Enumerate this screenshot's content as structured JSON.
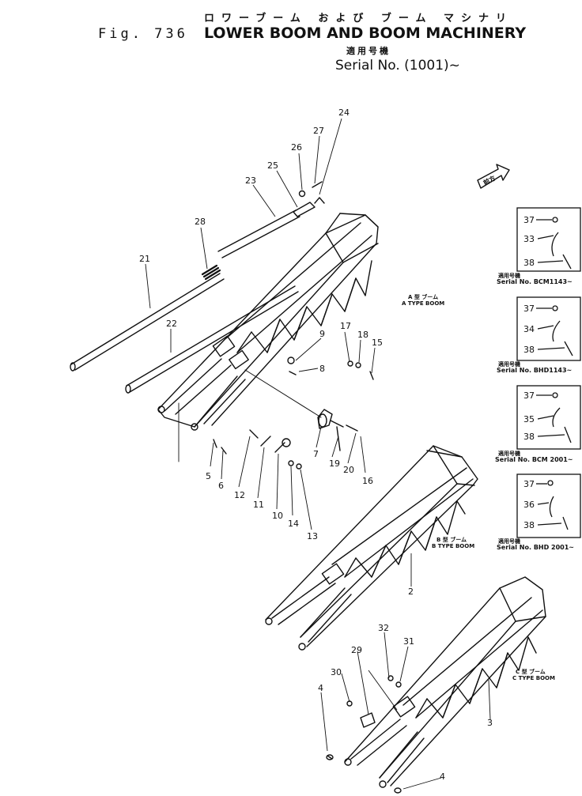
{
  "header": {
    "japanese_title": "ロワーブーム および ブーム マシナリ",
    "figure_label": "Fig. 736",
    "title": "LOWER BOOM AND BOOM MACHINERY",
    "applicable_jp": "適用号機",
    "serial": "Serial No. (1001)~"
  },
  "boom_labels": {
    "a_jp": "A 型 ブーム",
    "a": "A TYPE BOOM",
    "b_jp": "B 型 ブーム",
    "b": "B TYPE BOOM",
    "c_jp": "C 型 ブーム",
    "c": "C TYPE BOOM"
  },
  "direction_marker": "前方",
  "insets": [
    {
      "parts": [
        "37",
        "33",
        "38"
      ],
      "applicable_jp": "適用号機",
      "serial": "Serial No. BCM1143~"
    },
    {
      "parts": [
        "37",
        "34",
        "38"
      ],
      "applicable_jp": "適用号機",
      "serial": "Serial No. BHD1143~"
    },
    {
      "parts": [
        "37",
        "35",
        "38"
      ],
      "applicable_jp": "適用号機",
      "serial": "Serial No. BCM 2001~"
    },
    {
      "parts": [
        "37",
        "36",
        "38"
      ],
      "applicable_jp": "適用号機",
      "serial": "Serial No. BHD 2001~"
    }
  ],
  "callouts": [
    "24",
    "27",
    "26",
    "25",
    "23",
    "28",
    "21",
    "22",
    "9",
    "8",
    "17",
    "18",
    "15",
    "5",
    "6",
    "12",
    "11",
    "10",
    "14",
    "13",
    "7",
    "19",
    "20",
    "16",
    "2",
    "32",
    "31",
    "29",
    "30",
    "4",
    "3",
    "4"
  ]
}
